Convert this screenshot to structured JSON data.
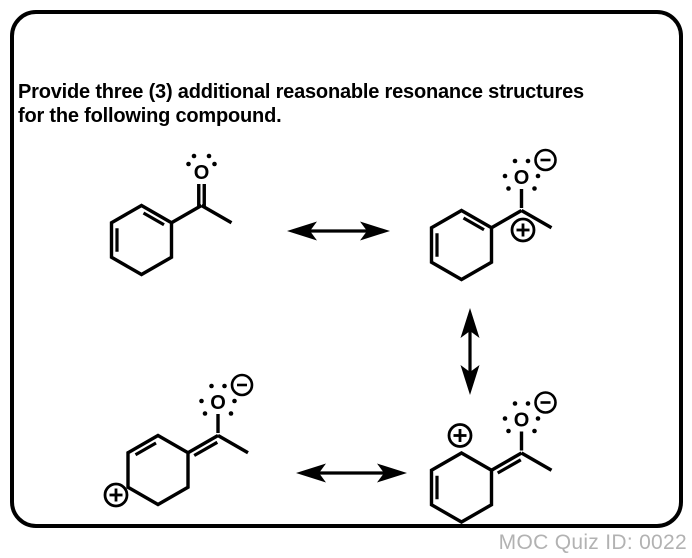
{
  "card": {
    "title_line1": "Provide three (3) additional reasonable resonance structures",
    "title_line2": "for the following compound.",
    "border_color": "#000000",
    "background": "#ffffff"
  },
  "footer": {
    "quiz_id": "MOC Quiz ID: 0022",
    "color": "#b2b2b2"
  },
  "diagram": {
    "molecules": [
      {
        "position": "top-left",
        "oxygen_label": "O",
        "oxygen_lone_pair_dots": 4,
        "charges": []
      },
      {
        "position": "top-right",
        "oxygen_label": "O",
        "oxygen_lone_pair_dots": 6,
        "charges": [
          {
            "symbol": "−",
            "on": "oxygen"
          },
          {
            "symbol": "+",
            "on": "side-chain carbon"
          }
        ]
      },
      {
        "position": "bottom-left",
        "oxygen_label": "O",
        "oxygen_lone_pair_dots": 6,
        "charges": [
          {
            "symbol": "−",
            "on": "oxygen"
          },
          {
            "symbol": "+",
            "on": "lower-left ring carbon"
          }
        ]
      },
      {
        "position": "bottom-right",
        "oxygen_label": "O",
        "oxygen_lone_pair_dots": 6,
        "charges": [
          {
            "symbol": "−",
            "on": "oxygen"
          },
          {
            "symbol": "+",
            "on": "top ring carbon"
          }
        ]
      }
    ],
    "arrows": [
      {
        "type": "double-headed resonance arrow",
        "orientation": "horizontal",
        "between": "top-left and top-right structures"
      },
      {
        "type": "double-headed resonance arrow",
        "orientation": "vertical",
        "between": "top-right and bottom-right structures"
      },
      {
        "type": "double-headed resonance arrow",
        "orientation": "horizontal",
        "between": "bottom-left and bottom-right structures"
      }
    ]
  }
}
